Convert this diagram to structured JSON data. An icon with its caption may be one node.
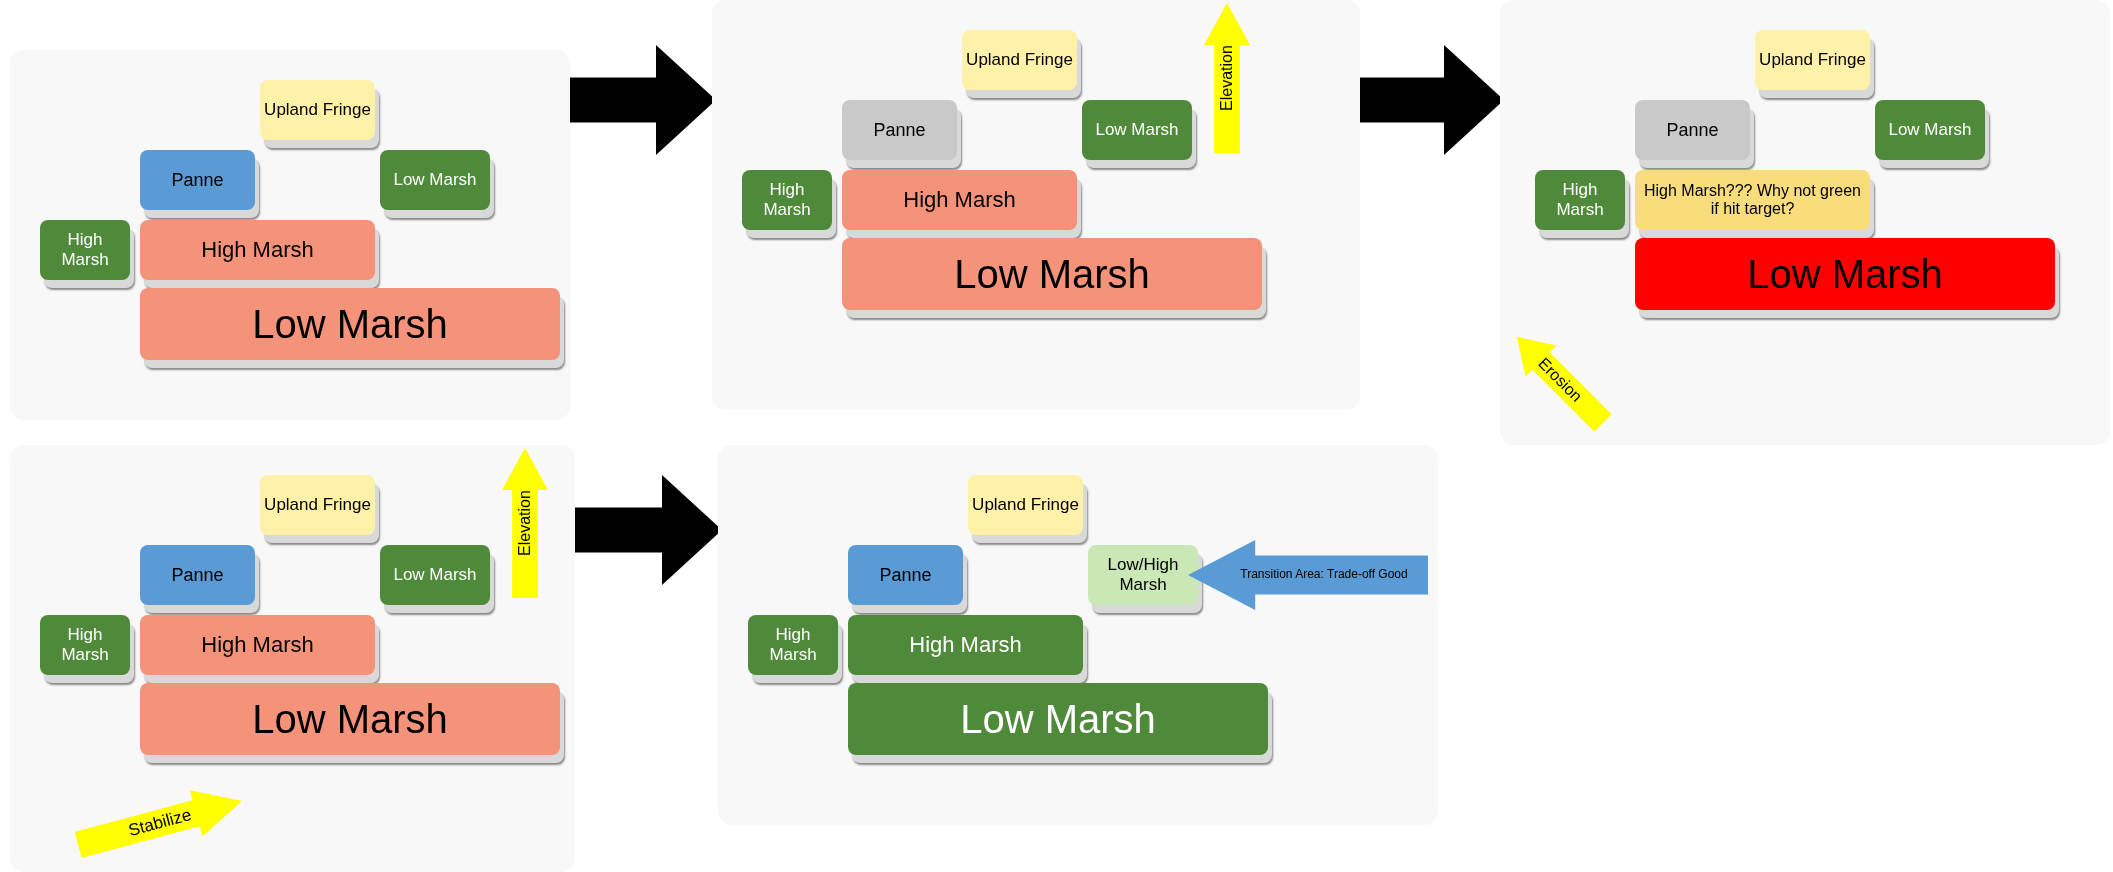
{
  "diagram": {
    "nodes": [
      {
        "text": [],
        "shape": "picture"
      },
      {
        "text": [
          "Upland Fringe"
        ],
        "in": 0
      },
      {
        "text": [
          "Panne"
        ],
        "in": 0
      },
      {
        "text": [
          "Low Marsh"
        ],
        "in": 0
      },
      {
        "text": [
          "High Marsh"
        ],
        "in": 0
      },
      {
        "text": [
          "High Marsh"
        ],
        "in": 0
      },
      {
        "text": [
          "Low Marsh"
        ],
        "in": 0
      },
      {
        "text": [],
        "shape": "picture"
      },
      {
        "text": [
          "Upland Fringe"
        ],
        "in": 7
      },
      {
        "text": [
          "Panne"
        ],
        "in": 7
      },
      {
        "text": [
          "Low Marsh"
        ],
        "in": 7
      },
      {
        "text": [
          "High Marsh"
        ],
        "in": 7
      },
      {
        "text": [
          "High Marsh"
        ],
        "in": 7
      },
      {
        "text": [
          "Low Marsh"
        ],
        "in": 7
      },
      {
        "text": [
          "Elevation"
        ],
        "in": 7
      },
      {
        "text": [],
        "shape": "picture"
      },
      {
        "text": [
          "Upland Fringe"
        ],
        "in": 15
      },
      {
        "text": [
          "Panne"
        ],
        "in": 15
      },
      {
        "text": [
          "Low Marsh"
        ],
        "in": 15
      },
      {
        "text": [
          "High Marsh"
        ],
        "in": 15
      },
      {
        "text": [
          "High Marsh??? Why not green if hit target?"
        ],
        "in": 15
      },
      {
        "text": [
          "Low Marsh"
        ],
        "in": 15
      },
      {
        "text": [
          "Erosion"
        ],
        "in": 15
      },
      {
        "text": [],
        "shape": "picture"
      },
      {
        "text": [
          "Upland Fringe"
        ],
        "in": 23
      },
      {
        "text": [
          "Panne"
        ],
        "in": 23
      },
      {
        "text": [
          "Low Marsh"
        ],
        "in": 23
      },
      {
        "text": [
          "High Marsh"
        ],
        "in": 23
      },
      {
        "text": [
          "High Marsh"
        ],
        "in": 23
      },
      {
        "text": [
          "Low Marsh"
        ],
        "in": 23
      },
      {
        "text": [
          "Elevation"
        ],
        "in": 23
      },
      {
        "text": [
          "Stabilize"
        ],
        "in": 23
      },
      {
        "text": [],
        "shape": "picture"
      },
      {
        "text": [
          "Upland Fringe"
        ],
        "in": 32
      },
      {
        "text": [
          "Panne"
        ],
        "in": 32
      },
      {
        "text": [
          "Low/High Marsh"
        ],
        "in": 32
      },
      {
        "text": [
          "High Marsh"
        ],
        "in": 32
      },
      {
        "text": [
          "High Marsh"
        ],
        "in": 32
      },
      {
        "text": [
          "Low Marsh"
        ],
        "in": 32
      },
      {
        "text": [
          "Transition Area: Trade-off Good"
        ],
        "in": 32
      }
    ],
    "edges": [
      {
        "from": 0,
        "to": 7,
        "arrow": "to"
      },
      {
        "from": 7,
        "to": 15,
        "arrow": "to"
      },
      {
        "from": 23,
        "to": 32,
        "arrow": "to"
      }
    ]
  }
}
